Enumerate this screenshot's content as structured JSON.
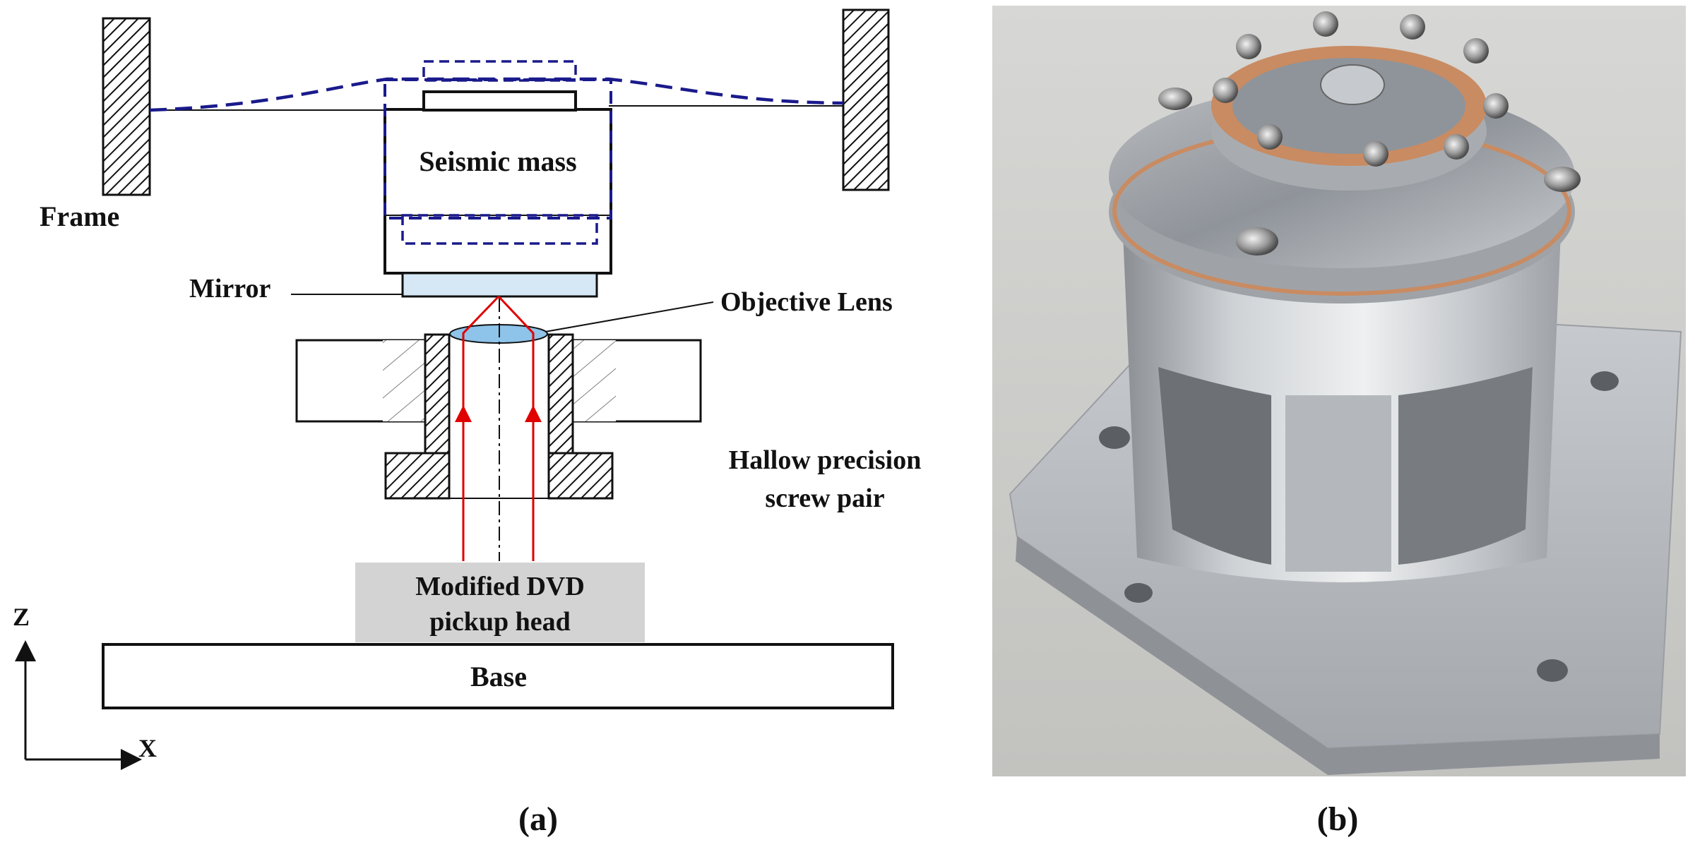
{
  "panel_a": {
    "caption": "(a)",
    "labels": {
      "frame": "Frame",
      "seismic_mass": "Seismic mass",
      "mirror": "Mirror",
      "objective_lens": "Objective Lens",
      "screw_pair_line1": "Hallow precision",
      "screw_pair_line2": "screw pair",
      "pickup_line1": "Modified DVD",
      "pickup_line2": "pickup head",
      "base": "Base",
      "axis_z": "Z",
      "axis_x": "X"
    },
    "colors": {
      "outline": "#111111",
      "deflection_dashed": "#1a1a8c",
      "laser_beam": "#e00000",
      "mirror_fill": "#d6e8f5",
      "lens_fill": "#8ec3ea",
      "pickup_fill": "#d3d3d3"
    }
  },
  "panel_b": {
    "caption": "(b)",
    "image_subject": "photo of assembled aluminum seismic sensor prototype"
  }
}
